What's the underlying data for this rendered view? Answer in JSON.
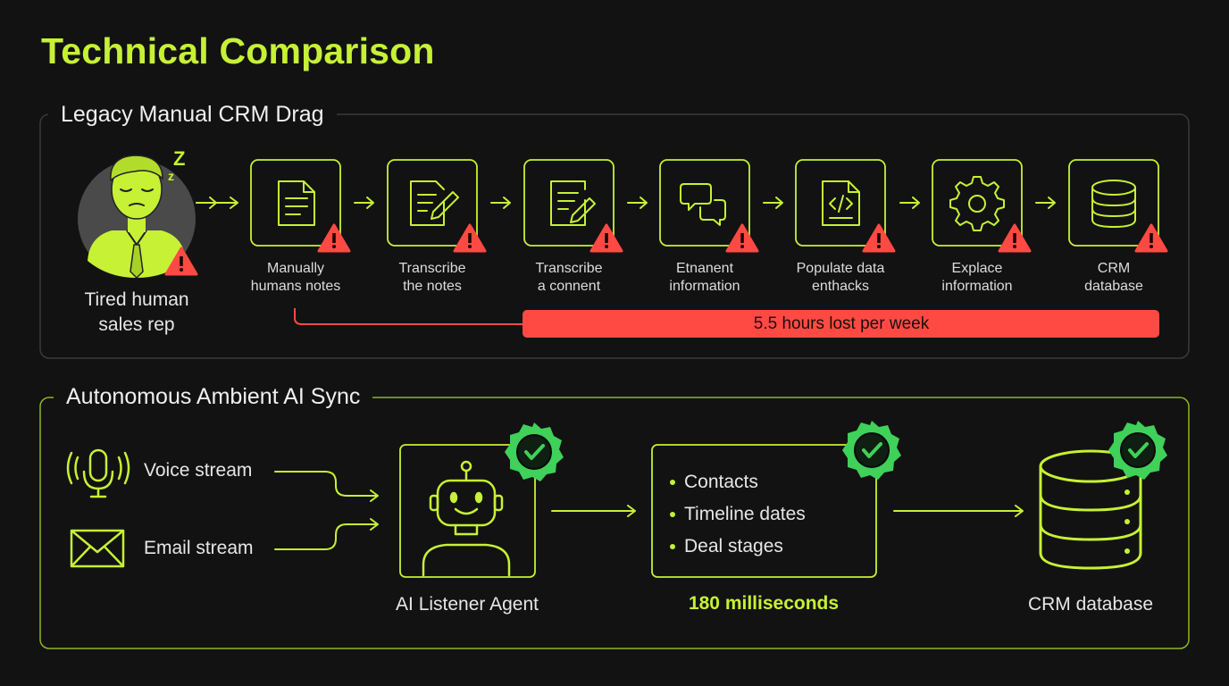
{
  "title": "Technical Comparison",
  "legacy": {
    "label": "Legacy Manual CRM Drag",
    "rep_label": "Tired human\nsales rep",
    "rep_sleep_text": "Z",
    "rep_sleep_small": "z",
    "steps": [
      {
        "icon": "document-icon",
        "label": "Manually\nhumans notes"
      },
      {
        "icon": "document-pen-icon",
        "label": "Transcribe\nthe notes"
      },
      {
        "icon": "document-edit-icon",
        "label": "Transcribe\na connent"
      },
      {
        "icon": "chat-bubbles-icon",
        "label": "Etnanent\ninformation"
      },
      {
        "icon": "code-file-icon",
        "label": "Populate data\nenthacks"
      },
      {
        "icon": "gear-icon",
        "label": "Explace\ninformation"
      },
      {
        "icon": "database-icon",
        "label": "CRM\ndatabase"
      }
    ],
    "loss_text": "5.5 hours lost per week"
  },
  "ai": {
    "label": "Autonomous Ambient AI Sync",
    "voice_label": "Voice stream",
    "email_label": "Email stream",
    "agent_label": "AI Listener Agent",
    "bullets": [
      "Contacts",
      "Timeline dates",
      "Deal stages"
    ],
    "latency_label": "180 milliseconds",
    "crm_label": "CRM database"
  },
  "colors": {
    "accent": "#c6f135",
    "warning": "#ff4a43",
    "success": "#3fd159",
    "background": "#121212"
  }
}
